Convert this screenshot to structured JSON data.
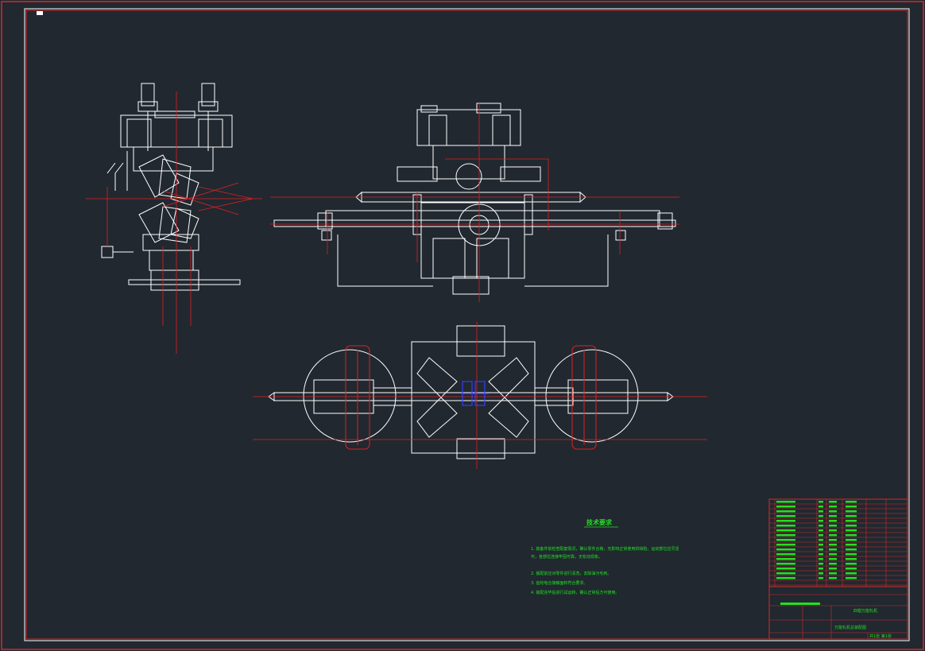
{
  "drawing": {
    "tech_requirements": {
      "title": "技术要求",
      "items": [
        "1. 装备件前检查配套情况，确认零件合格，无影响正常使用的缺陷，运动部位应灵活",
        "   可，各部位连接牢固可靠，无松动现象。",
        "2. 装配前应对零件进行清洗，去除油污毛刺。",
        "3. 齿轮啮合接触面积符合要求。",
        "4. 装配完毕后进行试运转，确认正常后方可使用。"
      ]
    },
    "title_block": {
      "drawing_name": "四辊万能轧机",
      "drawing_subtitle": "万能轧机总装配图",
      "school": "",
      "scale_label": "比例",
      "sheet": "共1张 第1张"
    }
  },
  "colors": {
    "background": "#212830",
    "frame": "#ffffff",
    "border": "#d12b2b",
    "geometry": "#ffffff",
    "centerline": "#e02020",
    "annotation": "#22e022",
    "highlight": "#3040ff"
  }
}
